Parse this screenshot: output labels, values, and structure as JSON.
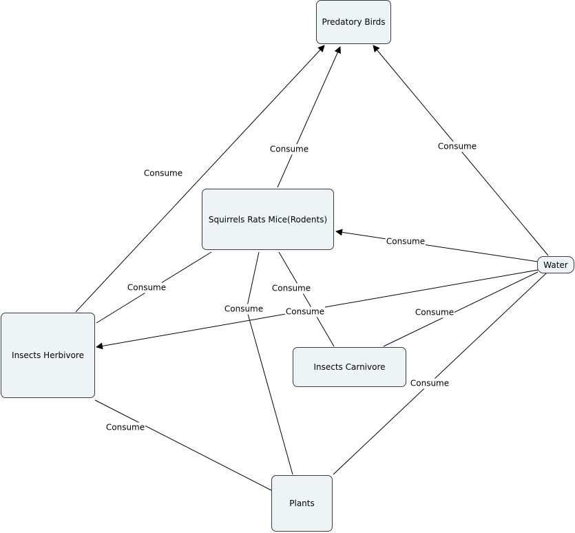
{
  "nodes": {
    "predatory_birds": "Predatory Birds",
    "rodents": "Squirrels Rats Mice(Rodents)",
    "water": "Water",
    "insects_herbivore": "Insects Herbivore",
    "insects_carnivore": "Insects Carnivore",
    "plants": "Plants"
  },
  "edges": [
    {
      "id": "herbivore-to-birds",
      "from": "insects_herbivore",
      "to": "predatory_birds",
      "label": "Consume",
      "arrow": true
    },
    {
      "id": "rodents-to-birds",
      "from": "rodents",
      "to": "predatory_birds",
      "label": "Consume",
      "arrow": true
    },
    {
      "id": "water-to-birds",
      "from": "water",
      "to": "predatory_birds",
      "label": "Consume",
      "arrow": true
    },
    {
      "id": "water-to-rodents",
      "from": "water",
      "to": "rodents",
      "label": "Consume",
      "arrow": true
    },
    {
      "id": "water-to-herbivore",
      "from": "water",
      "to": "insects_herbivore",
      "label": "Consume",
      "arrow": true
    },
    {
      "id": "rodents-herbivore",
      "from": "rodents",
      "to": "insects_herbivore",
      "label": "Consume",
      "arrow": false
    },
    {
      "id": "rodents-plants",
      "from": "rodents",
      "to": "plants",
      "label": "Consume",
      "arrow": false
    },
    {
      "id": "rodents-carnivore",
      "from": "rodents",
      "to": "insects_carnivore",
      "label": "Consume",
      "arrow": false
    },
    {
      "id": "water-carnivore",
      "from": "water",
      "to": "insects_carnivore",
      "label": "Consume",
      "arrow": false
    },
    {
      "id": "water-plants",
      "from": "water",
      "to": "plants",
      "label": "Consume",
      "arrow": false
    },
    {
      "id": "herbivore-plants",
      "from": "insects_herbivore",
      "to": "plants",
      "label": "Consume",
      "arrow": false
    }
  ]
}
